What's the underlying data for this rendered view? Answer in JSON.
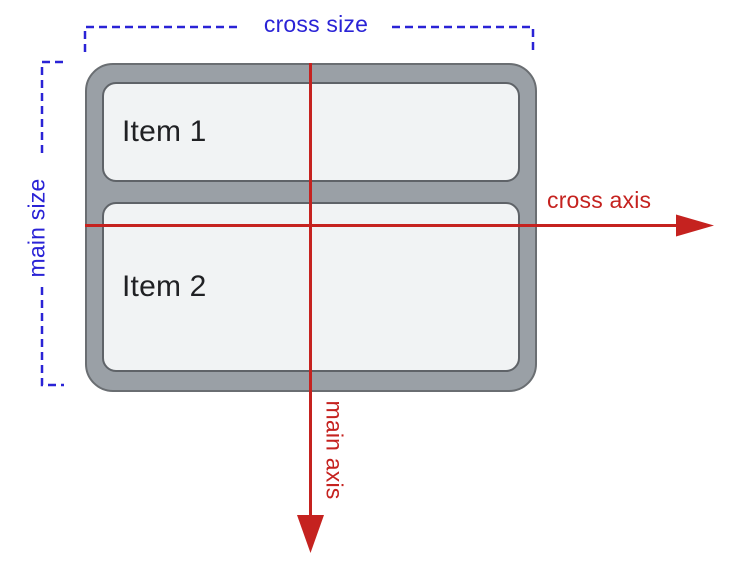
{
  "diagram": {
    "cross_size_label": "cross size",
    "main_size_label": "main size",
    "cross_axis_label": "cross axis",
    "main_axis_label": "main axis",
    "items": [
      {
        "label": "Item 1"
      },
      {
        "label": "Item 2"
      }
    ],
    "colors": {
      "size_bracket_blue": "#2a23d6",
      "axis_red": "#c5221f",
      "container_fill": "#9aa0a6",
      "container_border": "#6a6e72",
      "item_fill": "#f1f3f4",
      "item_border": "#5f6368",
      "item_text": "#202124",
      "background": "#ffffff"
    }
  }
}
